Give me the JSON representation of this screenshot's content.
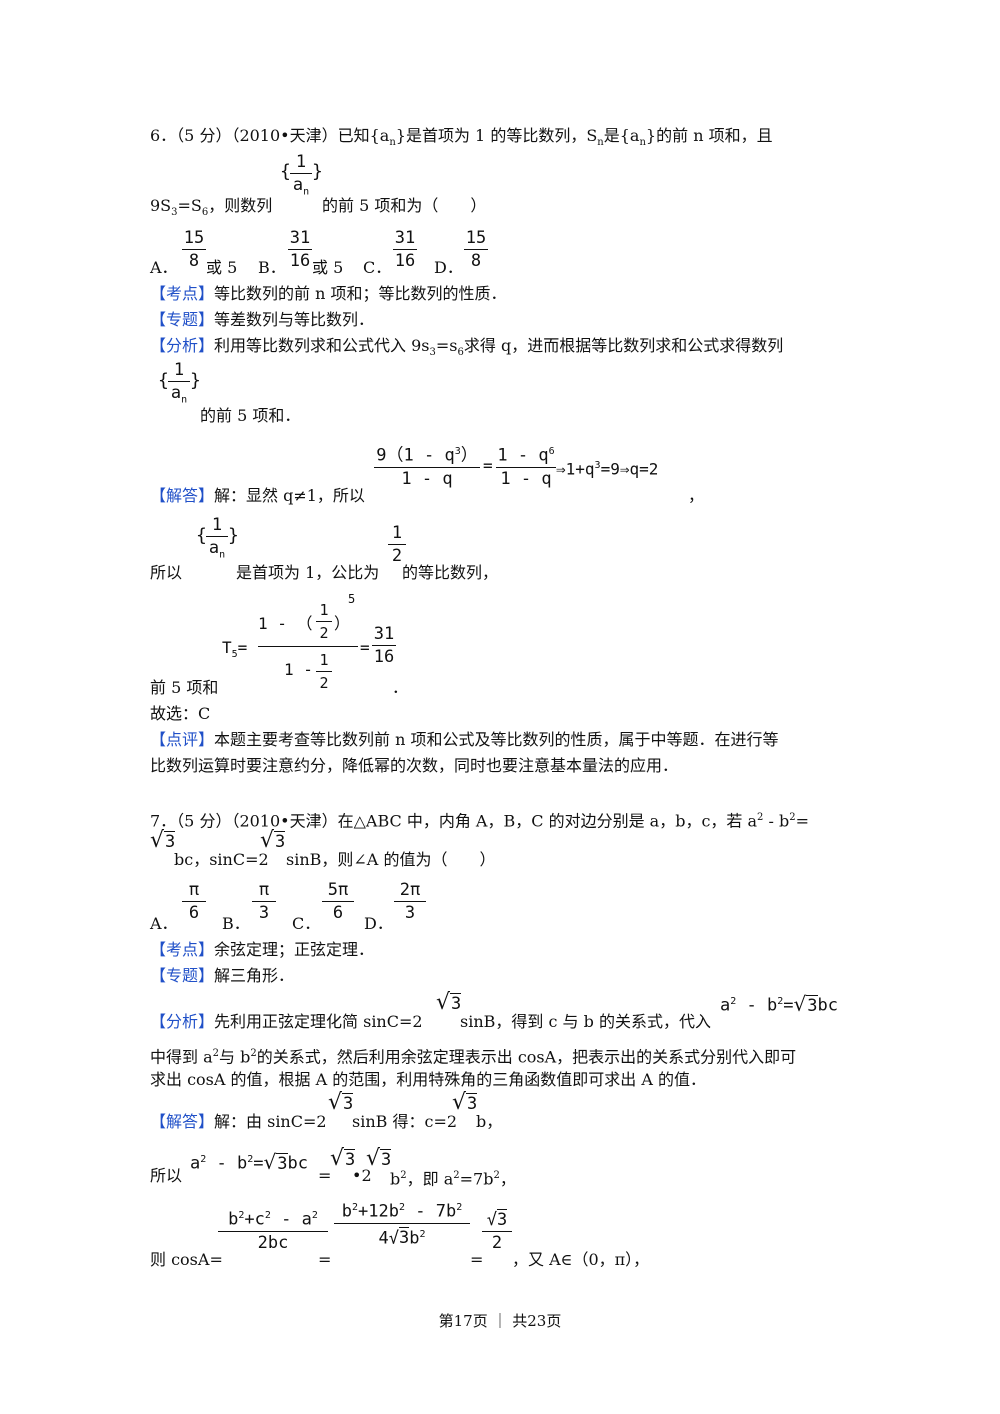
{
  "q6": {
    "stem_line1": "6．（5 分）（2010•天津）已知{a",
    "stem_line1b": "}是首项为 1 的等比数列，S",
    "stem_line1c": "是{a",
    "stem_line1d": "}的前 n 项和，且",
    "stem_line2a": "9S",
    "stem_line2b": "=S",
    "stem_line2c": "，则数列",
    "stem_line2d": "的前 5 项和为（　　）",
    "opt_a_label": "A．",
    "opt_a_frac_num": "15",
    "opt_a_frac_den": "8",
    "opt_a_suffix": "或 5",
    "opt_b_label": "B．",
    "opt_b_frac_num": "31",
    "opt_b_frac_den": "16",
    "opt_b_suffix": "或 5",
    "opt_c_label": "C．",
    "opt_c_frac_num": "31",
    "opt_c_frac_den": "16",
    "opt_d_label": "D．",
    "opt_d_frac_num": "15",
    "opt_d_frac_den": "8",
    "kaodian_tag": "【考点】",
    "kaodian": "等比数列的前 n 项和；等比数列的性质．",
    "zhuanti_tag": "【专题】",
    "zhuanti": "等差数列与等比数列．",
    "fenxi_tag": "【分析】",
    "fenxi_a": "利用等比数列求和公式代入 9s",
    "fenxi_b": "=s",
    "fenxi_c": "求得 q，进而根据等比数列求和公式求得数列",
    "fenxi_line2": "的前 5 项和．",
    "eq1_lhs_num": "9（1 - q",
    "eq1_lhs_den": "1 - q",
    "eq1_mid_num": "1 - q",
    "eq1_mid_den": "1 - q",
    "eq1_tail": "⇒1+q",
    "eq1_tail2": "=9⇒q=2",
    "jieda_tag": "【解答】",
    "jieda": "解：显然 q≠1，所以",
    "comma": "，",
    "suoyi": "所以",
    "suoyi_mid": "是首项为 1，公比为",
    "suoyi_end": "的等比数列，",
    "half_num": "1",
    "half_den": "2",
    "t5_label": "T",
    "t5_top": "1 - （",
    "t5_bot": "1 -",
    "t5_res_num": "31",
    "t5_res_den": "16",
    "qian5": "前 5 项和",
    "dot": "．",
    "guxuan": "故选：C",
    "dianping_tag": "【点评】",
    "dianping": "本题主要考查等比数列前 n 项和公式及等比数列的性质，属于中等题．在进行等",
    "dianping2": "比数列运算时要注意约分，降低幂的次数，同时也要注意基本量法的应用．"
  },
  "q7": {
    "stem_a": "7．（5 分）（2010•天津）在△ABC 中，内角 A，B，C 的对边分别是 a，b，c，若 a",
    "stem_b": " - b",
    "stem_c": "=",
    "stem_line2a": "bc，sinC=2",
    "stem_line2b": "sinB，则∠A 的值为（　　）",
    "opt_a_label": "A．",
    "opt_a_num": "π",
    "opt_a_den": "6",
    "opt_b_label": "B．",
    "opt_b_num": "π",
    "opt_b_den": "3",
    "opt_c_label": "C．",
    "opt_c_num": "5π",
    "opt_c_den": "6",
    "opt_d_label": "D．",
    "opt_d_num": "2π",
    "opt_d_den": "3",
    "kaodian_tag": "【考点】",
    "kaodian": "余弦定理；正弦定理．",
    "zhuanti_tag": "【专题】",
    "zhuanti": "解三角形．",
    "fenxi_tag": "【分析】",
    "fenxi_a": "先利用正弦定理化简 sinC=2",
    "fenxi_b": "sinB，得到 c 与 b 的关系式，代入",
    "fenxi_eq": "a",
    "fenxi_line2a": "中得到 a",
    "fenxi_line2b": "与 b",
    "fenxi_line2c": "的关系式，然后利用余弦定理表示出 cosA，把表示出的关系式分别代入即可",
    "fenxi_line3": "求出 cosA 的值，根据 A 的范围，利用特殊角的三角函数值即可求出 A 的值．",
    "jieda_tag": "【解答】",
    "jieda_a": "解：由 sinC=2",
    "jieda_b": "sinB 得：c=2",
    "jieda_c": "b，",
    "suoyi": "所以",
    "suoyi_eq": "a",
    "suoyi_end_a": "b",
    "suoyi_end_b": "，即 a",
    "suoyi_end_c": "=7b",
    "suoyi_end_d": "，",
    "cos_label": "则 cosA=",
    "cos_f1_num": "b",
    "cos_f1_den": "2bc",
    "cos_f2_num": "b",
    "cos_f2_den": "4",
    "cos_f3_den": "2",
    "cos_tail": "，又 A∈（0，π），",
    "eq_sign": "=",
    "three": "3"
  },
  "footer": {
    "text": "第17页 ｜ 共23页"
  }
}
